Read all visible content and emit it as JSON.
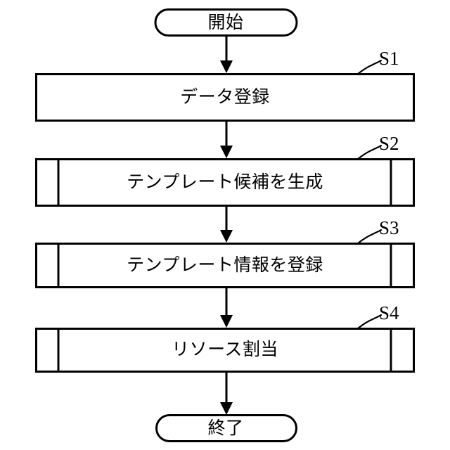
{
  "diagram": {
    "type": "flowchart",
    "orientation": "vertical",
    "language": "ja",
    "background_color": "#ffffff",
    "line_color": "#000000",
    "nodes": [
      {
        "id": "start",
        "shape": "stadium",
        "label": "開始",
        "step_label": ""
      },
      {
        "id": "s1",
        "shape": "process",
        "label": "データ登録",
        "step_label": "S1"
      },
      {
        "id": "s2",
        "shape": "predefined-process",
        "label": "テンプレート候補を生成",
        "step_label": "S2"
      },
      {
        "id": "s3",
        "shape": "predefined-process",
        "label": "テンプレート情報を登録",
        "step_label": "S3"
      },
      {
        "id": "s4",
        "shape": "predefined-process",
        "label": "リソース割当",
        "step_label": "S4"
      },
      {
        "id": "end",
        "shape": "stadium",
        "label": "終了",
        "step_label": ""
      }
    ],
    "connectors": [
      {
        "from": "start",
        "to": "s1",
        "arrow": "down"
      },
      {
        "from": "s1",
        "to": "s2",
        "arrow": "down"
      },
      {
        "from": "s2",
        "to": "s3",
        "arrow": "down"
      },
      {
        "from": "s3",
        "to": "s4",
        "arrow": "down"
      },
      {
        "from": "s4",
        "to": "end",
        "arrow": "down"
      }
    ]
  }
}
